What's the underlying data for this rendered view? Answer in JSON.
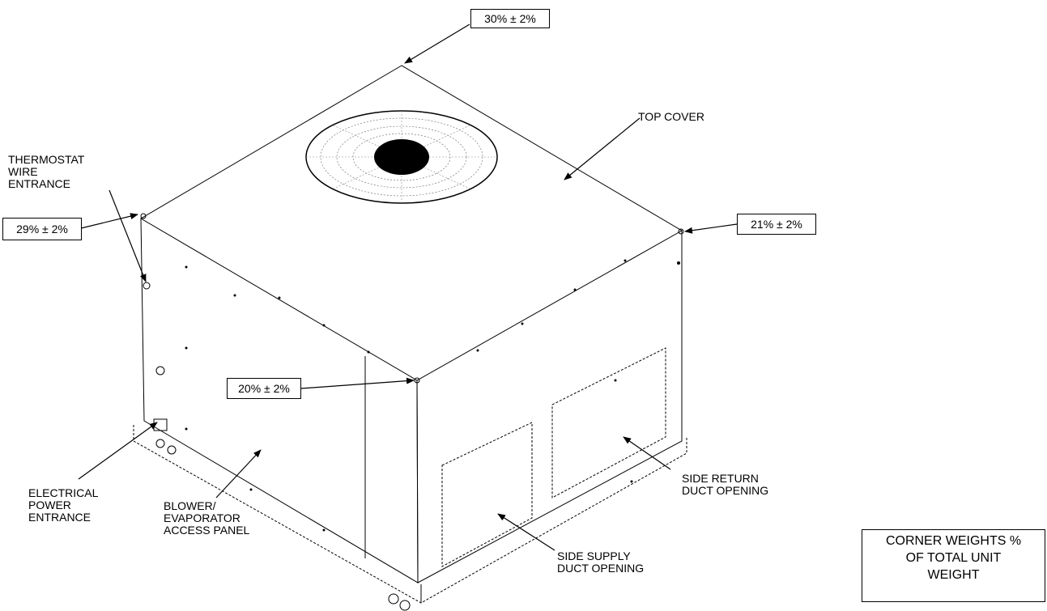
{
  "callouts": {
    "top_rear": "30% ± 2%",
    "left_corner": "29% ± 2%",
    "right_corner": "21% ± 2%",
    "front_corner": "20% ± 2%"
  },
  "labels": {
    "thermostat": "THERMOSTAT\nWIRE\nENTRANCE",
    "top_cover": "TOP COVER",
    "electrical": "ELECTRICAL\nPOWER\nENTRANCE",
    "blower": "BLOWER/\nEVAPORATOR\nACCESS PANEL",
    "side_return": "SIDE RETURN\nDUCT OPENING",
    "side_supply": "SIDE SUPPLY\nDUCT OPENING"
  },
  "legend": {
    "text": "CORNER WEIGHTS %\nOF TOTAL UNIT\nWEIGHT"
  }
}
